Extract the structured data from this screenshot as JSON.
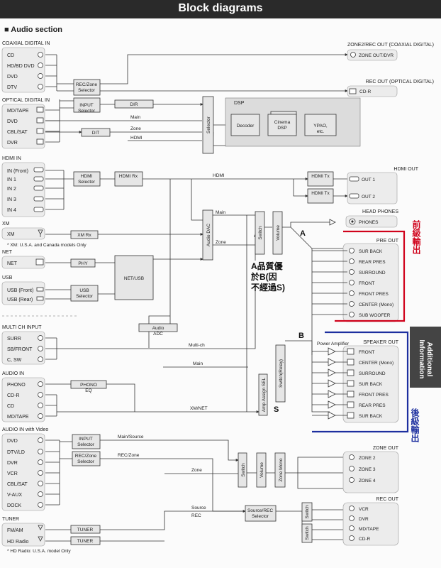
{
  "header": {
    "title": "Block diagrams",
    "section": "Audio section",
    "side_tab": "Additional Information"
  },
  "inputs": {
    "coaxial": {
      "title": "COAXIAL DIGITAL IN",
      "items": [
        "CD",
        "HD/BD DVD",
        "DVD",
        "DTV"
      ]
    },
    "optical": {
      "title": "OPTICAL DIGITAL IN",
      "items": [
        "MD/TAPE",
        "DVD",
        "CBL/SAT",
        "DVR"
      ]
    },
    "hdmi": {
      "title": "HDMI IN",
      "items": [
        "IN (Front)",
        "IN 1",
        "IN 2",
        "IN 3",
        "IN 4"
      ]
    },
    "xm": {
      "title": "XM",
      "item": "XM",
      "note": "* XM: U.S.A. and Canada models Only"
    },
    "net": {
      "title": "NET",
      "item": "NET"
    },
    "usb": {
      "title": "USB",
      "items": [
        "USB (Front)",
        "USB (Rear)"
      ]
    },
    "multich": {
      "title": "MULTI CH INPUT",
      "items": [
        "SURR",
        "SB/FRONT",
        "C, SW"
      ]
    },
    "audio": {
      "title": "AUDIO IN",
      "items": [
        "PHONO",
        "CD-R",
        "CD",
        "MD/TAPE"
      ]
    },
    "audio_video": {
      "title": "AUDIO IN with Video",
      "items": [
        "DVD",
        "DTV/LD",
        "DVR",
        "VCR",
        "CBL/SAT",
        "V-AUX",
        "DOCK"
      ]
    },
    "tuner": {
      "title": "TUNER",
      "items": [
        "FM/AM",
        "HD Radio"
      ],
      "note": "* HD Radio: U.S.A. model Only"
    }
  },
  "blocks": {
    "rec_zone_sel": "REC/Zone Selector",
    "input_sel": "INPUT Selector",
    "dir": "DIR",
    "dit": "DIT",
    "selector": "Selector",
    "hdmi_sel": "HDMI Selector",
    "hdmi_rx": "HDMI Rx",
    "hdmi_tx": "HDMI Tx",
    "xm_rx": "XM Rx",
    "phy": "PHY",
    "usb_sel": "USB Selector",
    "net_usb": "NET/USB",
    "audio_adc": "Audio ADC",
    "audio_dac": "Audio DAC",
    "switch": "Switch",
    "volume": "Volume",
    "zone_mono": "Zone Mono",
    "amp_assign": "Amp Assign SEL",
    "switch_relay": "Switch(Relay)",
    "phono_eq": "PHONO EQ",
    "tuner": "TUNER",
    "source_rec_sel": "Source/REC Selector",
    "dsp": "DSP",
    "decoder": "Decoder",
    "cinema_dsp": "Cinema DSP",
    "ypao": "YPAO, etc.",
    "power_amp": "Power Amplifier"
  },
  "signals": {
    "main": "Main",
    "zone": "Zone",
    "hdmi": "HDMI",
    "multi_ch": "Multi-ch",
    "xm_net": "XM/NET",
    "main_source": "Main/Source",
    "rec_zone": "REC/Zone",
    "source": "Source",
    "rec": "REC"
  },
  "outputs": {
    "zone2_rec_out": {
      "title": "ZONE2/REC OUT (COAXIAL DIGITAL)",
      "item": "ZONE OUT/DVR"
    },
    "rec_out_optical": {
      "title": "REC OUT (OPTICAL DIGITAL)",
      "item": "CD-R"
    },
    "hdmi_out": {
      "title": "HDMI OUT",
      "items": [
        "OUT 1",
        "OUT 2"
      ]
    },
    "headphones": {
      "title": "HEAD PHONES",
      "item": "PHONES"
    },
    "pre_out": {
      "title": "PRE OUT",
      "items": [
        "SUR BACK",
        "REAR PRES",
        "SURROUND",
        "FRONT",
        "FRONT PRES",
        "CENTER (Mono)",
        "SUB WOOFER"
      ]
    },
    "speaker_out": {
      "title": "SPEAKER OUT",
      "items": [
        "FRONT",
        "CENTER (Mono)",
        "SURROUND",
        "SUR BACK",
        "FRONT PRES",
        "REAR PRES",
        "SUR BACK"
      ]
    },
    "zone_out": {
      "title": "ZONE OUT",
      "items": [
        "ZONE 2",
        "ZONE 3",
        "ZONE 4"
      ]
    },
    "rec_out": {
      "title": "REC OUT",
      "items": [
        "VCR",
        "DVR",
        "MD/TAPE",
        "CD-R"
      ]
    }
  },
  "annotations": {
    "pre_label": "前級輸出",
    "post_label": "後級輸出",
    "mark_a": "A",
    "mark_b": "B",
    "mark_s": "S",
    "note_line1": "A品質優",
    "note_line2": "於B(因",
    "note_line3": "不經過S)",
    "colors": {
      "red": "#d0021b",
      "blue": "#1d2f9f"
    }
  }
}
